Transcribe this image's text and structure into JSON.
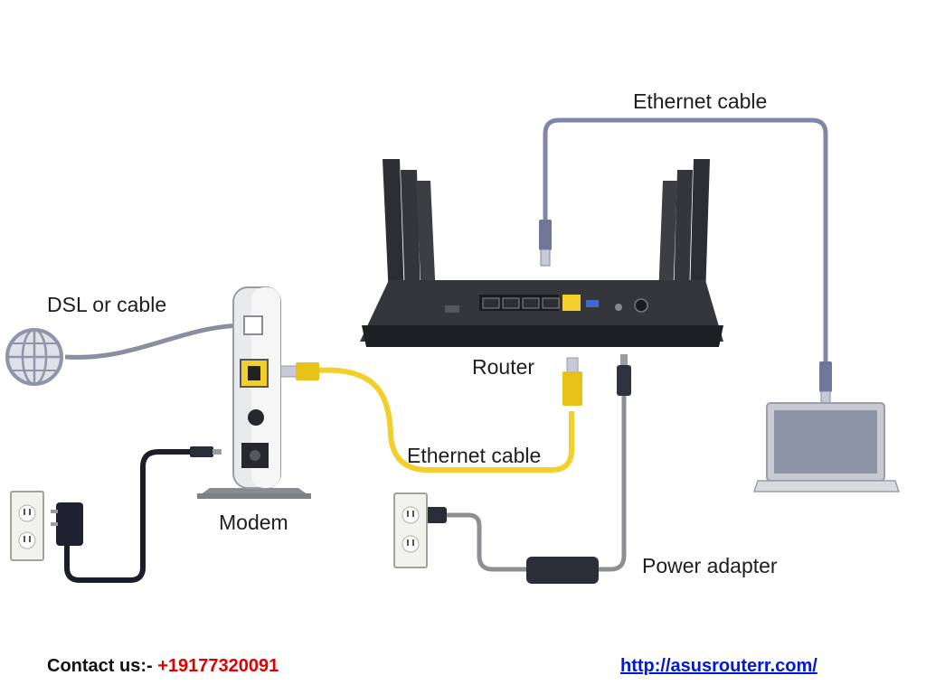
{
  "diagram": {
    "labels": {
      "ethernet_top": "Ethernet cable",
      "dsl": "DSL or cable",
      "router": "Router",
      "modem": "Modem",
      "ethernet_mid": "Ethernet cable",
      "power_adapter": "Power adapter"
    },
    "colors": {
      "yellow_cable": "#f2cf2a",
      "blue_cable": "#7f86a8",
      "black_cable": "#1b1e28",
      "gray_cable": "#8d8f92"
    }
  },
  "footer": {
    "contact_label": "Contact us:- ",
    "phone": "+19177320091",
    "website": "http://asusrouterr.com/"
  }
}
